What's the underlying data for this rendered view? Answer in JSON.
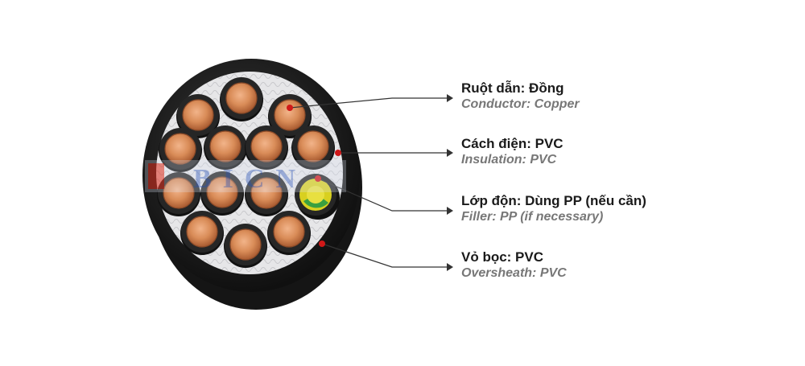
{
  "colors": {
    "sheath": "#1c1c1c",
    "insulation": "#242424",
    "filler": "#e4e4e6",
    "copper": "#d98c58",
    "copper_dark": "#a85a30",
    "ground_yellow": "#d8d020",
    "ground_green": "#3aa040",
    "pointer_dot": "#d01818",
    "watermark_red": "#e03020",
    "watermark_blue": "#5a7ac8"
  },
  "watermark": {
    "text": "BICN"
  },
  "labels": [
    {
      "vi": "Ruột dẫn: Đồng",
      "en": "Conductor: Copper"
    },
    {
      "vi": "Cách điện: PVC",
      "en": "Insulation: PVC"
    },
    {
      "vi": "Lớp độn: Dùng PP (nếu cần)",
      "en": "Filler: PP (if necessary)"
    },
    {
      "vi": "Vỏ bọc: PVC",
      "en": "Oversheath: PVC"
    }
  ]
}
